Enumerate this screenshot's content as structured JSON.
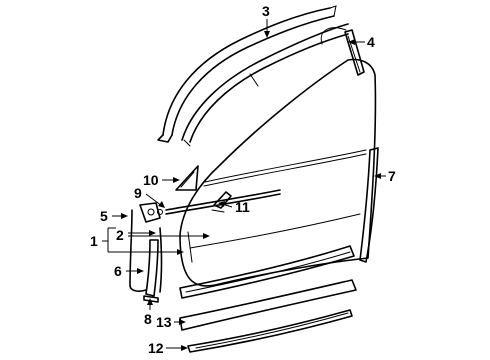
{
  "diagram": {
    "callouts": [
      "1",
      "2",
      "3",
      "4",
      "5",
      "6",
      "7",
      "8",
      "9",
      "10",
      "11",
      "12",
      "13"
    ],
    "colors": {
      "ink": "#000000",
      "paper": "#ffffff"
    }
  }
}
